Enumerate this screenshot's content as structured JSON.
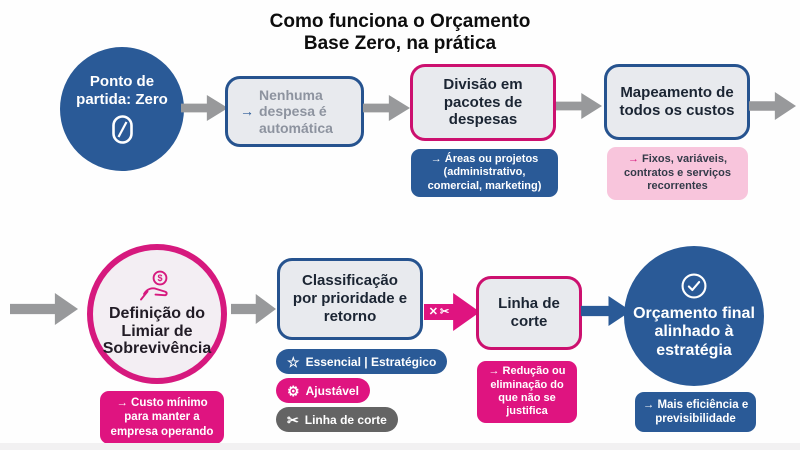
{
  "title": {
    "line1": "Como funciona o Orçamento",
    "line2": "Base Zero, na prática"
  },
  "colors": {
    "dark_blue": "#2a5a97",
    "blue_border": "#26538f",
    "magenta": "#df1480",
    "magenta_border": "#cc106f",
    "pink_light": "#f8c5dc",
    "box_gray": "#e8eaee",
    "arrow_gray": "#98999b",
    "badge_gray": "#646464"
  },
  "flow": {
    "start_circle": {
      "label": "Ponto de partida: Zero",
      "icon": "zero-slash-icon"
    },
    "no_auto_expense": {
      "arrow": "→",
      "text": "Nenhuma despesa é automática"
    },
    "division": {
      "title": "Divisão em pacotes de despesas",
      "note": "→ Áreas ou projetos (administrativo, comercial, marketing)"
    },
    "mapping": {
      "title": "Mapeamento de todos os custos",
      "note_arrow": "→",
      "note_text": "Fixos, variáveis, contratos e serviços recorrentes"
    },
    "survival": {
      "label": "Definição do Limiar de Sobrevivência",
      "icon": "hand-coin-icon",
      "note": "→ Custo mínimo para manter a empresa operando"
    },
    "classification": {
      "title": "Classificação por prioridade e retorno",
      "badges": [
        {
          "icon": "star-icon",
          "glyph": "☆",
          "label": "Essencial | Estratégico"
        },
        {
          "icon": "gear-icon",
          "glyph": "⚙",
          "label": "Ajustável"
        },
        {
          "icon": "scissors-icon",
          "glyph": "✂",
          "label": "Linha de corte"
        }
      ]
    },
    "cut_arrow": {
      "x_symbol": "✕",
      "scissors_symbol": "✂"
    },
    "cut_line": {
      "title": "Linha de corte",
      "note": "→ Redução ou eliminação do que não se justifica"
    },
    "final_circle": {
      "label": "Orçamento final alinhado à estratégia",
      "icon": "check-circle-icon",
      "note": "→ Mais eficiência e previsibilidade"
    }
  }
}
